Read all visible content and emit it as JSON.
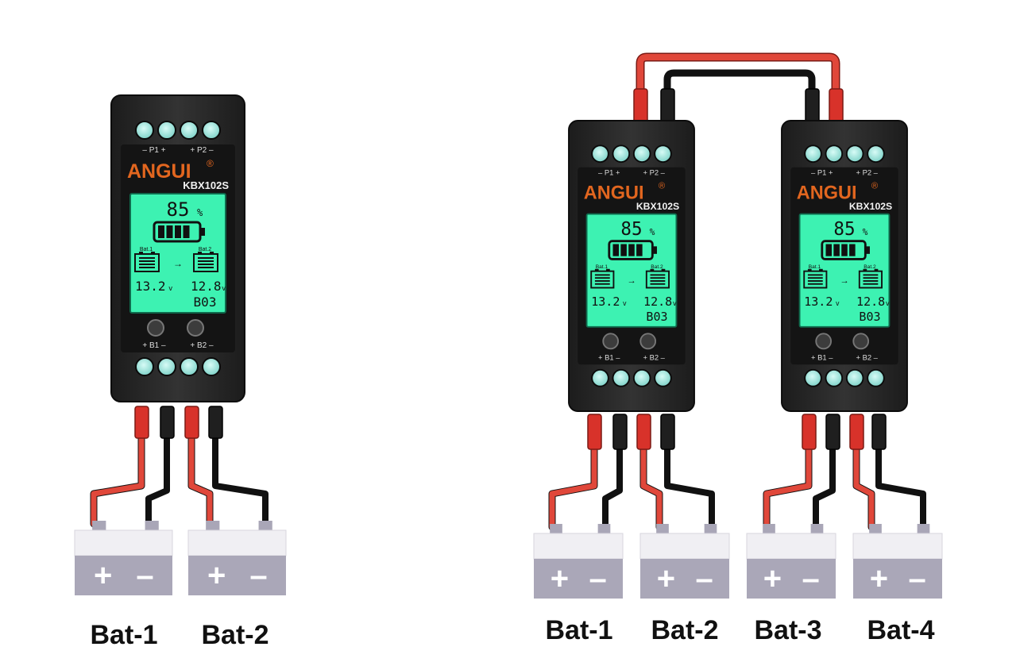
{
  "devices": [
    {
      "id": "left",
      "brand": "ANGUI",
      "reg": "®",
      "model": "KBX102S",
      "port_top_left": "– P1 +",
      "port_top_right": "+ P2 –",
      "port_bottom_left": "+ B1 –",
      "port_bottom_right": "+ B2 –",
      "percent": "85",
      "percent_unit": "%",
      "battery_level": 0.85,
      "bat1_label": "Bat.1",
      "bat2_label": "Bat.2",
      "arrow": "→",
      "v1": "13.2",
      "v2": "12.8",
      "v_unit": "v",
      "code": "B03"
    },
    {
      "id": "middle",
      "brand": "ANGUI",
      "reg": "®",
      "model": "KBX102S",
      "port_top_left": "– P1 +",
      "port_top_right": "+ P2 –",
      "port_bottom_left": "+ B1 –",
      "port_bottom_right": "+ B2 –",
      "percent": "85",
      "percent_unit": "%",
      "battery_level": 0.85,
      "bat1_label": "Bat.1",
      "bat2_label": "Bat.2",
      "arrow": "→",
      "v1": "13.2",
      "v2": "12.8",
      "v_unit": "v",
      "code": "B03"
    },
    {
      "id": "right",
      "brand": "ANGUI",
      "reg": "®",
      "model": "KBX102S",
      "port_top_left": "– P1 +",
      "port_top_right": "+ P2 –",
      "port_bottom_left": "+ B1 –",
      "port_bottom_right": "+ B2 –",
      "percent": "85",
      "percent_unit": "%",
      "battery_level": 0.85,
      "bat1_label": "Bat.1",
      "bat2_label": "Bat.2",
      "arrow": "→",
      "v1": "13.2",
      "v2": "12.8",
      "v_unit": "v",
      "code": "B03"
    }
  ],
  "battery_labels_left": [
    "Bat-1",
    "Bat-2"
  ],
  "battery_labels_right": [
    "Bat-1",
    "Bat-2",
    "Bat-3",
    "Bat-4"
  ],
  "battery_symbols": {
    "plus": "+",
    "minus": "–"
  },
  "colors": {
    "device_body": "#2b2b2b",
    "terminal": "#9ee3dc",
    "lcd": "#3df2b2",
    "brand_orange": "#e2661f",
    "wire_red": "#e0473a",
    "wire_black": "#111111",
    "battery_body": "#eceaf0",
    "battery_base": "#a9a6b7"
  }
}
